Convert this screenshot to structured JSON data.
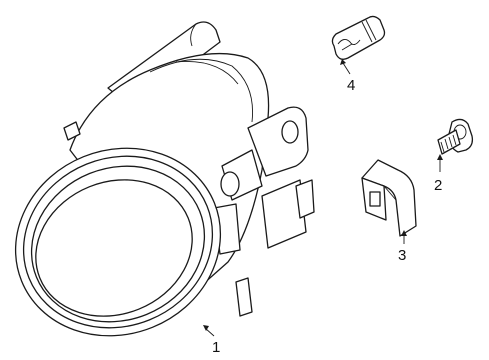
{
  "diagram": {
    "callouts": [
      {
        "id": "1",
        "label": "1",
        "part": "fog-lamp-assembly"
      },
      {
        "id": "2",
        "label": "2",
        "part": "mounting-bolt"
      },
      {
        "id": "3",
        "label": "3",
        "part": "retaining-clip"
      },
      {
        "id": "4",
        "label": "4",
        "part": "bulb"
      }
    ],
    "colors": {
      "line": "#1a1a1a",
      "background": "#ffffff"
    }
  }
}
